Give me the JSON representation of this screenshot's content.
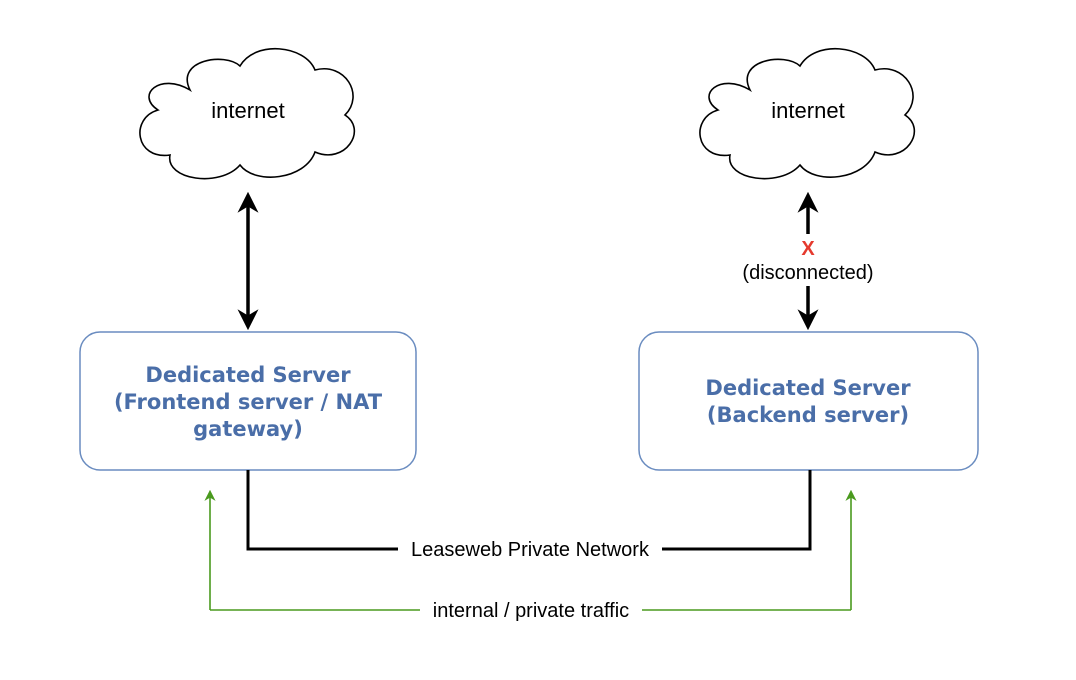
{
  "colors": {
    "box_border": "#6a8cc0",
    "box_text": "#4a6ea8",
    "private_traffic": "#4a9a1e",
    "disconnected_mark": "#e53a2e",
    "line": "#000000"
  },
  "left_cloud": {
    "label": "internet",
    "icon": "cloud-icon"
  },
  "right_cloud": {
    "label": "internet",
    "icon": "cloud-icon"
  },
  "frontend_server": {
    "line1": "Dedicated Server",
    "line2": "(Frontend server / NAT",
    "line3": "gateway)"
  },
  "backend_server": {
    "line1": "Dedicated Server",
    "line2": "(Backend server)"
  },
  "disconnected": {
    "mark": "X",
    "label": "(disconnected)"
  },
  "private_network": {
    "label": "Leaseweb Private Network"
  },
  "internal_traffic": {
    "label": "internal / private traffic"
  }
}
